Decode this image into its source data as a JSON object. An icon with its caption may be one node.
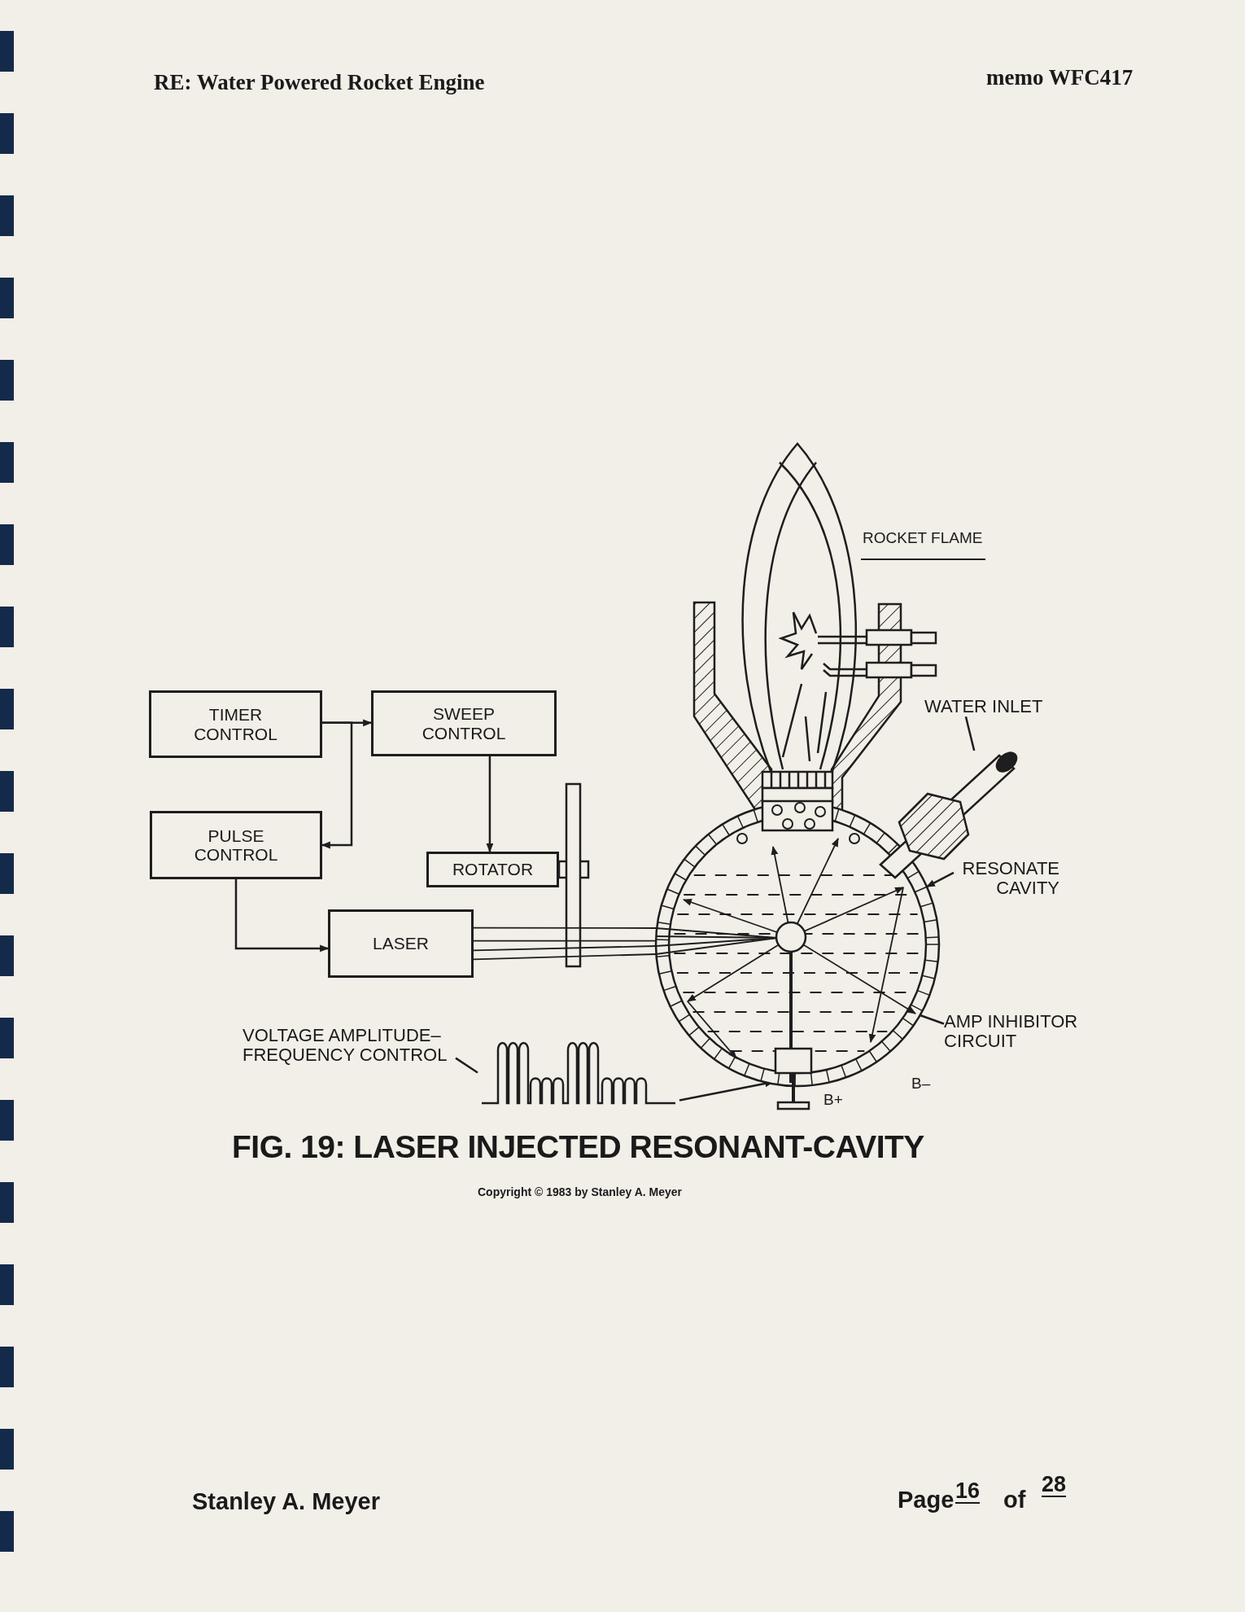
{
  "diagram": {
    "title": "RE: Water Powered Rocket Engine",
    "caption": "FIG. 19: LASER INJECTED RESONANT-CAVITY",
    "nodes": [
      {
        "text": [
          "TIMER CONTROL"
        ]
      },
      {
        "text": [
          "SWEEP CONTROL"
        ]
      },
      {
        "text": [
          "PULSE CONTROL"
        ]
      },
      {
        "text": [
          "ROTATOR"
        ]
      },
      {
        "text": [
          "LASER"
        ]
      },
      {
        "text": [
          "WATER INLET"
        ]
      },
      {
        "text": [
          "RESONATE CAVITY"
        ]
      },
      {
        "text": [
          "AMP INHIBITOR CIRCUIT"
        ]
      },
      {
        "text": [
          "VOLTAGE AMPLITUDE– FREQUENCY CONTROL"
        ]
      },
      {
        "text": [],
        "shape": "picture"
      },
      {
        "text": [],
        "shape": "picture"
      },
      {
        "text": [],
        "shape": "picture"
      },
      {
        "text": [],
        "shape": "picture"
      }
    ],
    "edges": [
      {
        "from": 0,
        "to": 1,
        "arrow": "to"
      },
      {
        "from": 0,
        "to": 2,
        "arrow": "to"
      },
      {
        "from": 1,
        "to": 3,
        "arrow": "to"
      },
      {
        "from": 2,
        "to": 4,
        "arrow": "to"
      },
      {
        "from": 4,
        "to": 9,
        "arrow": "none"
      },
      {
        "from": 5,
        "to": 10,
        "arrow": "none"
      },
      {
        "from": 6,
        "to": 9,
        "arrow": "to"
      },
      {
        "from": 7,
        "to": 9,
        "arrow": "none"
      },
      {
        "from": 8,
        "to": 12,
        "arrow": "none"
      },
      {
        "from": 12,
        "to": 11,
        "arrow": "to"
      }
    ],
    "labels": [
      "memo WFC417",
      "ROCKET FLAME",
      "B+",
      "B–",
      "Copyright © 1983 by Stanley A. Meyer",
      "Stanley A. Meyer",
      "Page",
      "16",
      "of",
      "28"
    ]
  }
}
